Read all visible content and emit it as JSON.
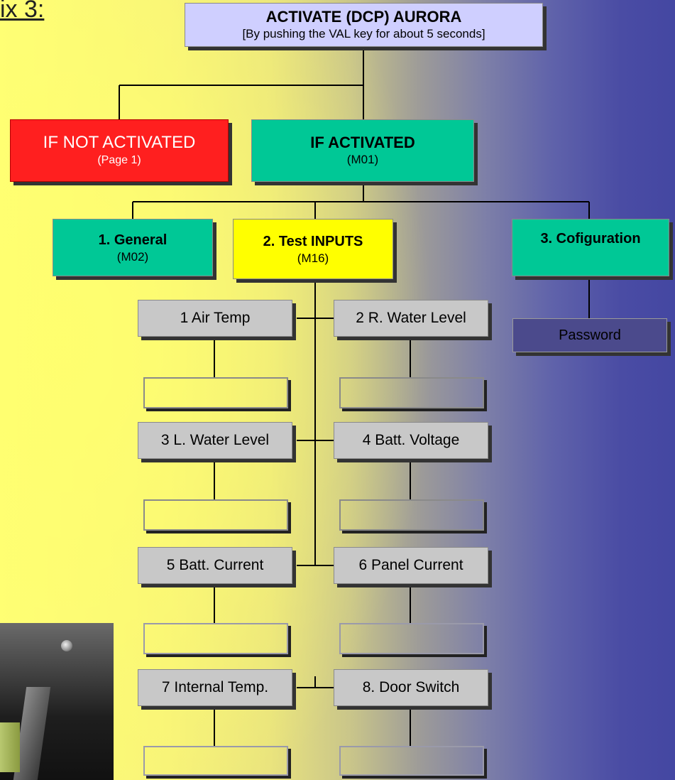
{
  "title": "ix 3:",
  "top": {
    "title": "ACTIVATE (DCP) AURORA",
    "subtitle": "[By pushing the VAL key for about 5 seconds]"
  },
  "not_activated": {
    "title": "IF NOT ACTIVATED",
    "subtitle": "(Page 1)"
  },
  "activated": {
    "title": "IF ACTIVATED",
    "subtitle": "(M01)"
  },
  "menu": [
    {
      "title": "1. General",
      "subtitle": "(M02)"
    },
    {
      "title": "2. Test INPUTS",
      "subtitle": "(M16)"
    },
    {
      "title": "3. Cofiguration",
      "subtitle": ""
    }
  ],
  "password": "Password",
  "inputs": [
    "1 Air Temp",
    "2 R. Water Level",
    "3 L. Water Level",
    "4 Batt. Voltage",
    "5 Batt. Current",
    "6 Panel Current",
    "7 Internal Temp.",
    "8. Door Switch"
  ],
  "colors": {
    "top_box": "#cfcfff",
    "not_activated": "#ff1f1f",
    "activated": "#00c896",
    "test_inputs": "#ffff00",
    "input_boxes": "#c8c8c8",
    "password_box": "#4b4a8c"
  }
}
